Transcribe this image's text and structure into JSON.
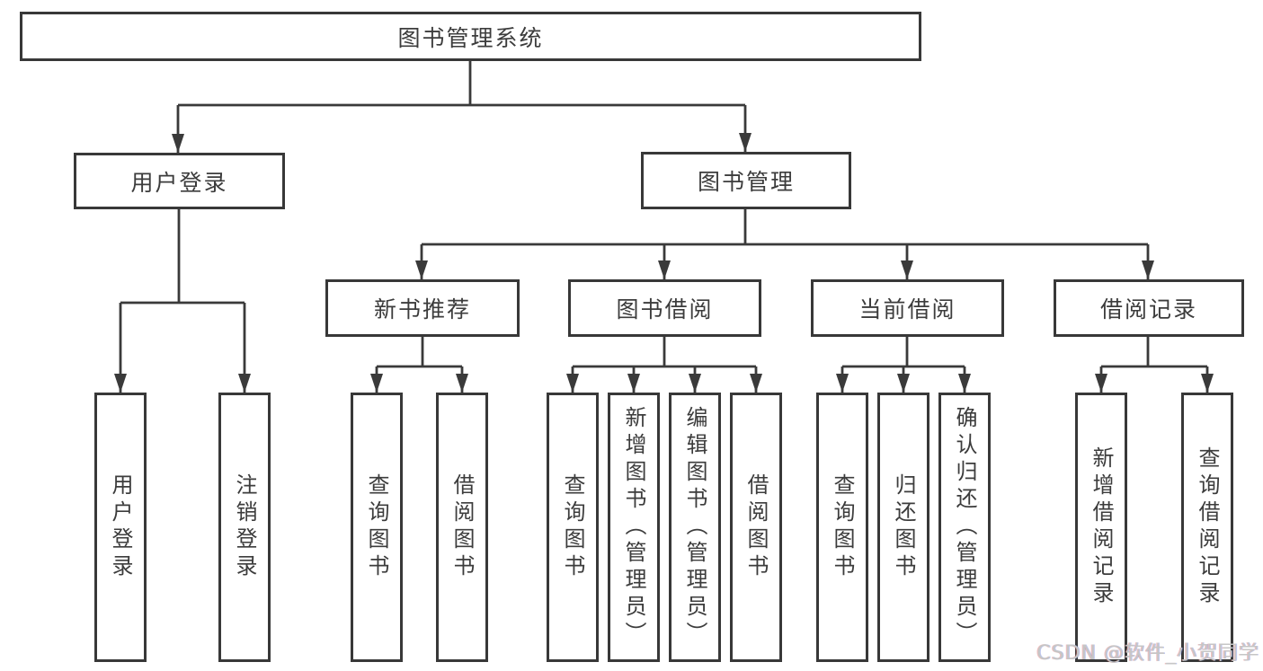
{
  "colors": {
    "line": "#3a3a3a",
    "box_border": "#383838",
    "text": "#3c3c3c",
    "box_background": "#ffffff",
    "watermark": "#c6c6c6"
  },
  "watermark": {
    "text": "CSDN @软件_小贺同学"
  },
  "diagram": {
    "root": {
      "label": "图书管理系统"
    },
    "branches": [
      {
        "label": "用户登录",
        "children": [
          {
            "label": "用户登录"
          },
          {
            "label": "注销登录"
          }
        ]
      },
      {
        "label": "图书管理",
        "children": [
          {
            "label": "新书推荐",
            "children": [
              {
                "label": "查询图书"
              },
              {
                "label": "借阅图书"
              }
            ]
          },
          {
            "label": "图书借阅",
            "children": [
              {
                "label": "查询图书"
              },
              {
                "label": "新增图书（管理员）"
              },
              {
                "label": "编辑图书（管理员）"
              },
              {
                "label": "借阅图书"
              }
            ]
          },
          {
            "label": "当前借阅",
            "children": [
              {
                "label": "查询图书"
              },
              {
                "label": "归还图书"
              },
              {
                "label": "确认归还（管理员）"
              }
            ]
          },
          {
            "label": "借阅记录",
            "children": [
              {
                "label": "新增借阅记录"
              },
              {
                "label": "查询借阅记录"
              }
            ]
          }
        ]
      }
    ]
  }
}
